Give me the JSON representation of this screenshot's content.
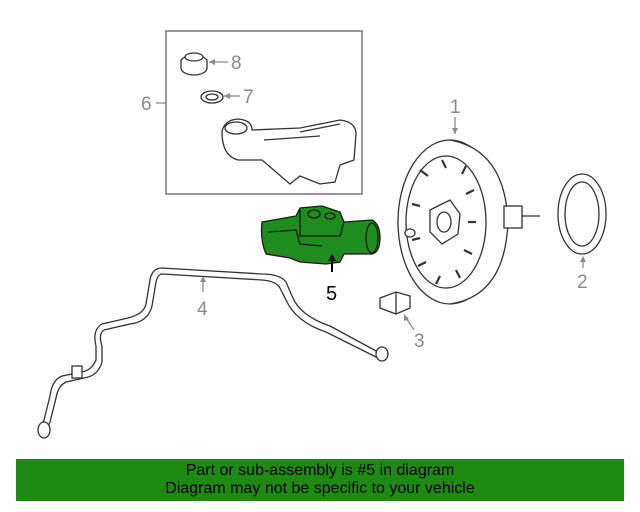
{
  "diagram": {
    "callouts": {
      "c1": "1",
      "c2": "2",
      "c3": "3",
      "c4": "4",
      "c5": "5",
      "c6": "6",
      "c7": "7",
      "c8": "8"
    },
    "highlight_color": "#1e8c1e"
  },
  "footer": {
    "line1": "Part or sub-assembly is #5 in diagram",
    "line2": "Diagram may not be specific to your vehicle",
    "background": "#1f8a12"
  }
}
